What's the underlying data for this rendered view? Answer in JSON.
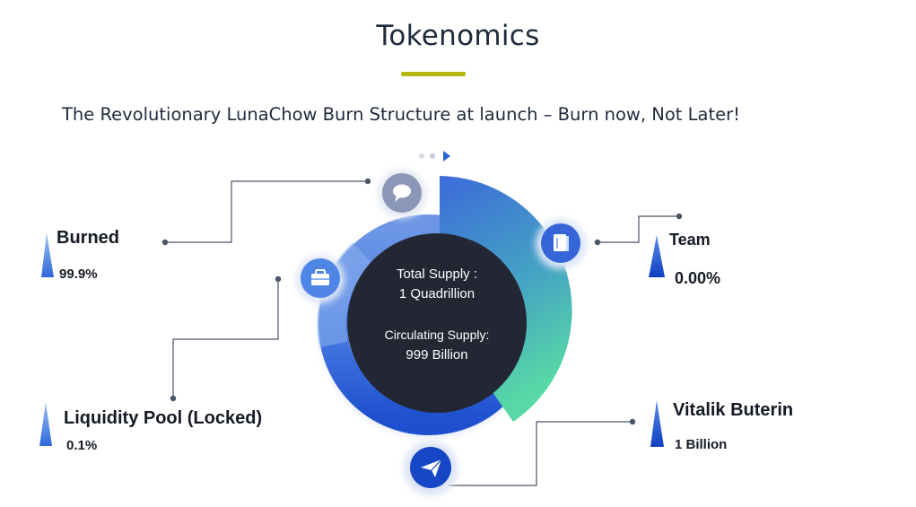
{
  "page": {
    "title": "Tokenomics",
    "subtitle": "The Revolutionary LunaChow Burn Structure at launch – Burn now, Not Later!",
    "accent_color": "#b5b80b"
  },
  "center": {
    "total_label": "Total Supply :",
    "total_value": "1 Quadrillion",
    "circ_label": "Circulating Supply:",
    "circ_value": "999 Billion"
  },
  "segments": [
    {
      "name": "Burned",
      "value": "99.9%",
      "icon": "chat-bubble-icon"
    },
    {
      "name": "Liquidity Pool (Locked)",
      "value": "0.1%",
      "icon": "briefcase-icon"
    },
    {
      "name": "Team",
      "value": "0.00%",
      "icon": "book-icon"
    },
    {
      "name": "Vitalik Buterin",
      "value": "1 Billion",
      "icon": "paper-plane-icon"
    }
  ],
  "colors": {
    "ring_blue": "#3a6fe0",
    "ring_dark_blue": "#1446c8",
    "ring_light_blue": "#6f9be8",
    "gradient_start": "#3c6bd8",
    "gradient_end": "#55d6a8",
    "center_fill": "#232633"
  }
}
